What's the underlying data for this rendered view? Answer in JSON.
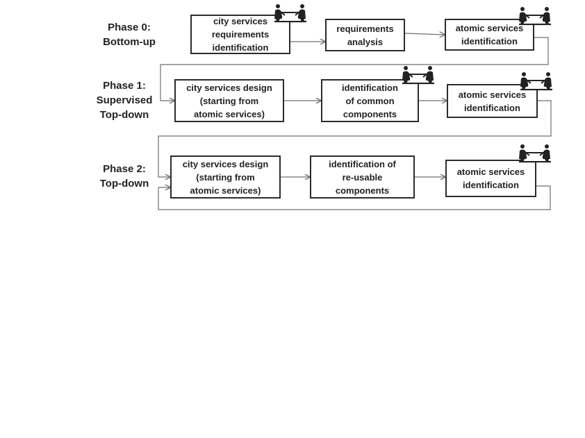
{
  "phases": [
    {
      "label_lines": [
        "Phase 0:",
        "Bottom-up"
      ],
      "steps": [
        {
          "lines": [
            "city services",
            "requirements",
            "identification"
          ],
          "icon": "meeting-people-icon"
        },
        {
          "lines": [
            "requirements",
            "analysis"
          ]
        },
        {
          "lines": [
            "atomic services",
            "identification"
          ],
          "icon": "meeting-people-icon"
        }
      ]
    },
    {
      "label_lines": [
        "Phase 1:",
        "Supervised",
        "Top-down"
      ],
      "steps": [
        {
          "lines": [
            "city services design",
            "(starting from",
            "atomic services)"
          ]
        },
        {
          "lines": [
            "identification",
            "of common",
            "components"
          ],
          "icon": "meeting-people-icon"
        },
        {
          "lines": [
            "atomic services",
            "identification"
          ],
          "icon": "meeting-people-icon"
        }
      ]
    },
    {
      "label_lines": [
        "Phase 2:",
        "Top-down"
      ],
      "steps": [
        {
          "lines": [
            "city services design",
            "(starting from",
            "atomic services)"
          ]
        },
        {
          "lines": [
            "identification of",
            "re-usable",
            "components"
          ]
        },
        {
          "lines": [
            "atomic services",
            "identification"
          ],
          "icon": "meeting-people-icon"
        }
      ]
    }
  ],
  "colors": {
    "box_border": "#2b2b2b",
    "line": "#6e6e6e",
    "text": "#222222"
  }
}
